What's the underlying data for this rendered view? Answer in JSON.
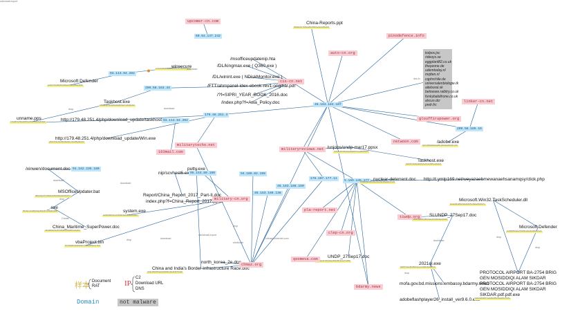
{
  "legend": {
    "sample": "样本",
    "document": "Document",
    "rat": "RAT",
    "ip": "IP",
    "c2": "C2",
    "download_url": "Download URL",
    "dns": "DNS",
    "domain": "Domain",
    "not_malware": "not malware"
  },
  "nodes": [
    {
      "id": "ip_top",
      "kind": "dom",
      "text": "upcomer-cn.com"
    },
    {
      "id": "ip_top2",
      "kind": "ip",
      "text": "69.64.147.242"
    },
    {
      "id": "cr_ppt",
      "kind": "t",
      "text": "China-Reports.ppt"
    },
    {
      "id": "cr_hash",
      "kind": "hash",
      "text": "0b5a8e1f4c72d9e3a6b0c5f8d7e2a1b4c9f0e3d6"
    },
    {
      "id": "msoff_hta",
      "kind": "t",
      "text": "/msofficeupdatenip.hta"
    },
    {
      "id": "winsecure",
      "kind": "t",
      "text": "winsecure"
    },
    {
      "id": "winsecure_hash",
      "kind": "hash",
      "text": "a7c3e9f1b5d2c8e4a0f6b3d9c1e7a5f2b8d4c0e6"
    },
    {
      "id": "dl_kingmax",
      "kind": "t",
      "text": "/DL/kingmax.exe ( Q360.exe )"
    },
    {
      "id": "dl_winint",
      "kind": "t",
      "text": "/DL/winint.exe ( NDiskMonitor.exe )"
    },
    {
      "id": "ebook",
      "kind": "t",
      "text": "/FTT/ahrnpanel-idex-ebook-rev1-original.pdf"
    },
    {
      "id": "sipri",
      "kind": "t",
      "text": "/?f=SIPRI_YEAR_BOOK_2016.doc"
    },
    {
      "id": "asia_policy",
      "kind": "t",
      "text": "/index.php?f=Asia_Policy.doc"
    },
    {
      "id": "ip_9391",
      "kind": "ip",
      "text": "93.113.94.202"
    },
    {
      "id": "ms_defender1",
      "kind": "t",
      "text": "Microsoft Defender"
    },
    {
      "id": "ms_def1_hash",
      "kind": "hash",
      "text": "4e9b2c7f1a3d8e5b0c6f9a2d7e4b1c8f5a0d3e6b"
    },
    {
      "id": "ip_209",
      "kind": "ip",
      "text": "209.58.163.44"
    },
    {
      "id": "taskhost1",
      "kind": "t",
      "text": "Taskhost.exe"
    },
    {
      "id": "taskhost1_hash",
      "kind": "hash",
      "text": "c2f8a5e1b7d4c0a6f3e9b2d8c5a1f7e4b0d6c3a9"
    },
    {
      "id": "dom_ciscn",
      "kind": "dom",
      "text": "cis-cn.net"
    },
    {
      "id": "unname",
      "kind": "t",
      "text": "unname.pps"
    },
    {
      "id": "unname_hash",
      "kind": "hash",
      "text": "7d1a4f8c2e5b9a3d6f0c4e8b1a7d5f2c9e6b3a0d"
    },
    {
      "id": "url_taskhost",
      "kind": "t",
      "text": "http://179.48.251.4/php/download_update/taskhost.exe"
    },
    {
      "id": "url_win",
      "kind": "t",
      "text": "http://179.48.251.4/php/download_update/Win.exe"
    },
    {
      "id": "url_win_hash",
      "kind": "hash",
      "text": "e5b9c3f7a1d6e2b8c4f0a5d1e7b3c9f6a2d8e4b0"
    },
    {
      "id": "ip_179",
      "kind": "ip",
      "text": "179.48.251.4"
    },
    {
      "id": "ip_93",
      "kind": "ip",
      "text": "93.113.94.202"
    },
    {
      "id": "dom_163",
      "kind": "dom",
      "text": "163mail.com"
    },
    {
      "id": "dom_militarytecho",
      "kind": "dom",
      "text": "militarytecho.net"
    },
    {
      "id": "ip_46",
      "kind": "ip",
      "text": "46.183.184.107"
    },
    {
      "id": "dom_autocn",
      "kind": "dom",
      "text": "auto-cn.org"
    },
    {
      "id": "dom_pinodef",
      "kind": "dom",
      "text": "pinodefence.info"
    },
    {
      "id": "gray_list",
      "kind": "gray",
      "text": "kolpov.jsc rideoys.se eggplant82.co.uk thepzone.de udemtoday.nl mqtten.nl cqphrchile.de universalenbiologie.tk aiteboral.sk beloware.raibtry.co.uk funkybaloltrone.co.uk ahcun.dcr pndr.frc"
    },
    {
      "id": "dom_linker",
      "kind": "dom",
      "text": "linker-cn.net"
    },
    {
      "id": "dom_glouff",
      "kind": "dom",
      "text": "glouffirupower.org"
    },
    {
      "id": "ip_209b",
      "kind": "ip",
      "text": "209.58.185.16"
    },
    {
      "id": "dom_netwoon",
      "kind": "dom",
      "text": "netwoon.com"
    },
    {
      "id": "adobe",
      "kind": "t",
      "text": "/adobe.exe"
    },
    {
      "id": "adobe_hash",
      "kind": "hash",
      "text": "b3e7a1f5c9d2b6e0a4f8c1d5e9b2a6f0c3d7e1b5"
    },
    {
      "id": "dom_militaryreviews",
      "kind": "dom",
      "text": "militaryreviews.net"
    },
    {
      "id": "unjobs",
      "kind": "t",
      "text": "/unjobs/undp-mar17.ppsx"
    },
    {
      "id": "unjobs_hash",
      "kind": "hash",
      "text": "f1c5e9a3b7d0f4c8e2a6b9d3f7c0e4a8b2d6f9c3"
    },
    {
      "id": "taskhost2",
      "kind": "t",
      "text": "Taskhost.exe"
    },
    {
      "id": "taskhost2_hash",
      "kind": "hash",
      "text": "9a3d7f1c5e8b2a6d0f4c9e3b7a1d5f8c2e6b0a4d"
    },
    {
      "id": "ip_91",
      "kind": "ip",
      "text": "91.242.235.180"
    },
    {
      "id": "xinwen",
      "kind": "t",
      "text": "/xinwen/document.doc"
    },
    {
      "id": "nip_scv",
      "kind": "t",
      "text": "nip/scvhost6.exe"
    },
    {
      "id": "putty",
      "kind": "t",
      "text": "putty.exe"
    },
    {
      "id": "ip_95",
      "kind": "ip",
      "text": "95.153.80.180"
    },
    {
      "id": "ip_94",
      "kind": "ip",
      "text": "94.185.82.158"
    },
    {
      "id": "ip_46b",
      "kind": "ip",
      "text": "46.183.188.138"
    },
    {
      "id": "ip_46c",
      "kind": "ip",
      "text": "46.183.188.160"
    },
    {
      "id": "ip_176",
      "kind": "ip",
      "text": "176.107.177.11"
    },
    {
      "id": "ip_5",
      "kind": "ip",
      "text": "5.189.145.177"
    },
    {
      "id": "nuclear",
      "kind": "t",
      "text": "nuclear-deterrent.doc"
    },
    {
      "id": "nuclear_hash",
      "kind": "hash",
      "text": "2c6f0a4d8e1b5c9f3a7d0e4b8c2f6a9d3e7b1c5f"
    },
    {
      "id": "weyaz",
      "kind": "t",
      "text": "http://t.ymlp169.net/weyazaebmewanaehsanamqsy/click.php"
    },
    {
      "id": "msupdater",
      "kind": "t",
      "text": "MSOfficeUpdater.bat"
    },
    {
      "id": "msupdater_hash",
      "kind": "hash",
      "text": "d8b2e6a0c4f7d1b5e9a3c6f0d4b8e2a5c9f3d7b1"
    },
    {
      "id": "china_report",
      "kind": "t",
      "text": "Report/China_Report_2017_Part-II.doc"
    },
    {
      "id": "china_report2",
      "kind": "t",
      "text": "index.php?f=China_Report_2017.ppsx"
    },
    {
      "id": "dom_militarycn",
      "kind": "dom",
      "text": "military-cn.org"
    },
    {
      "id": "underscore_exe",
      "kind": "t",
      "text": "_.exe"
    },
    {
      "id": "underscore_hash",
      "kind": "hash",
      "text": "5f9c3a7e1b4d8f2c6a0e5b9d3f7c1a4e8b2d6f0c"
    },
    {
      "id": "system_exe",
      "kind": "t",
      "text": "system.exe"
    },
    {
      "id": "system_hash",
      "kind": "hash",
      "text": "a4e8b2d6f0c3a7e1b5d9f2c6a0e4b8d1f5c9a3e7"
    },
    {
      "id": "dom_plareport",
      "kind": "dom",
      "text": "pla-report.net"
    },
    {
      "id": "dom_tiwdp",
      "kind": "dom",
      "text": "tiwdp.org"
    },
    {
      "id": "dom_clepcn",
      "kind": "dom",
      "text": "clep-cn.org"
    },
    {
      "id": "china_maritime",
      "kind": "t",
      "text": "China_Maritime_SuperPower.doc"
    },
    {
      "id": "china_maritime_hash",
      "kind": "hash",
      "text": "e0b4d8f2a6c9e3b7d1f5a8c2e6b0d4f7a1c5e9b3"
    },
    {
      "id": "sleep_fn",
      "kind": "el",
      "text": "sdenmail.export"
    },
    {
      "id": "vba",
      "kind": "t",
      "text": "vbaProject.bin"
    },
    {
      "id": "vba_hash",
      "kind": "hash",
      "text": "3b7d1f4a8c2e6b9d0f3a7c1e5b8d2f6a9c3e7b0d"
    },
    {
      "id": "north_korea",
      "kind": "t",
      "text": "north_korea_2e.doc"
    },
    {
      "id": "china_india",
      "kind": "t",
      "text": "China and India's Border Infrastructure Race.doc"
    },
    {
      "id": "china_india_hash",
      "kind": "hash",
      "text": "c6a0e4b8d1f5c9a2e6b0d4f8c1a5e9b3d7f0c4a8"
    },
    {
      "id": "dom_chmaz",
      "kind": "dom",
      "text": "chmaz.org"
    },
    {
      "id": "undp",
      "kind": "t",
      "text": "UNDP_27Sep17.doc"
    },
    {
      "id": "undp_hash",
      "kind": "hash",
      "text": "8f2c6a9e3b7d1f4c8a2e5b9d3f6c0a4e7b1d5f9c"
    },
    {
      "id": "dom_qoomeva",
      "kind": "dom",
      "text": "qoomeva.com"
    },
    {
      "id": "slundp",
      "kind": "t",
      "text": "SLUNDP_27Sep17.doc"
    },
    {
      "id": "slundp_hash",
      "kind": "hash",
      "text": "1d5f9c3a6e0b4d8f2c5a9e3b7d0f4c8a2e6b9d3f"
    },
    {
      "id": "s2021",
      "kind": "t",
      "text": "2021ol.exe"
    },
    {
      "id": "s2021_hash",
      "kind": "hash",
      "text": "b9d3f7c0a4e8b2d5f9c3a7e1b4d8f2c6a0e3b7d1"
    },
    {
      "id": "mofa",
      "kind": "t",
      "text": "mofa.gov.bd.missions.embassy.bdarmy.news"
    },
    {
      "id": "flash",
      "kind": "t",
      "text": "adobeflashplayer26_install_ver9.6.0.exe"
    },
    {
      "id": "dom_bdarmy",
      "kind": "dom",
      "text": "bdarmy.news"
    },
    {
      "id": "ms_sched",
      "kind": "t",
      "text": "Microsoft.Win32.TaskScheduler.dll"
    },
    {
      "id": "ms_sched_hash",
      "kind": "hash",
      "text": "6c0a4e8b1d5f9c2a6e0b3d7f1c5a8e2b6d0f4c7a"
    },
    {
      "id": "ms_defender2",
      "kind": "t",
      "text": "Microsoft Defender"
    },
    {
      "id": "ms_def2_hash",
      "kind": "hash",
      "text": "0e4b8d2f5c9a3e7b0d4f8c1a5e9b2d6f0c3a7e1b"
    },
    {
      "id": "protocol",
      "kind": "t",
      "text": "PROTOCOL AIRPORT BA-2754 BRIG"
    },
    {
      "id": "protocol2",
      "kind": "t",
      "text": "GEN MOSIDDIQI ALAM SIKDAR"
    },
    {
      "id": "protocol3",
      "kind": "t",
      "text": "PROTOCOL AIRPORT BA-2754 BRIG"
    },
    {
      "id": "protocol4",
      "kind": "t",
      "text": "GEN MOSIDDIQI ALAM SIKDAR"
    },
    {
      "id": "protocol5",
      "kind": "t",
      "text": "SIKDAR.pdf.pdf.exe"
    },
    {
      "id": "protocol_hash",
      "kind": "hash",
      "text": "4a8c2e6b9d3f7c1a4e8b2d5f9c3a6e0b4d7f1c5a"
    },
    {
      "id": "el_download1",
      "kind": "el",
      "text": "download"
    },
    {
      "id": "el_download2",
      "kind": "el",
      "text": "download"
    },
    {
      "id": "el_download3",
      "kind": "el",
      "text": "download"
    },
    {
      "id": "el_download4",
      "kind": "el",
      "text": "download"
    },
    {
      "id": "el_drop1",
      "kind": "el",
      "text": "drop"
    },
    {
      "id": "el_drop2",
      "kind": "el",
      "text": "drop"
    },
    {
      "id": "el_drop3",
      "kind": "el",
      "text": "drop"
    },
    {
      "id": "el_drop4",
      "kind": "el",
      "text": "drop"
    },
    {
      "id": "el_create",
      "kind": "el",
      "text": "Create"
    },
    {
      "id": "el_dns",
      "kind": "el",
      "text": "dns.ln"
    },
    {
      "id": "el_dl5",
      "kind": "el",
      "text": "download"
    },
    {
      "id": "el_download6",
      "kind": "el",
      "text": "download"
    },
    {
      "id": "el_sdenmail",
      "kind": "el",
      "text": "alshdmail.export"
    },
    {
      "id": "el_chinapro",
      "kind": "el",
      "text": "chinaprointernet.com"
    },
    {
      "id": "el_drop5",
      "kind": "el",
      "text": "drop"
    },
    {
      "id": "el_drop6",
      "kind": "el",
      "text": "drop"
    },
    {
      "id": "el_drop7",
      "kind": "el",
      "text": "drop"
    },
    {
      "id": "el_shellcode",
      "kind": "el",
      "text": "shellcode"
    }
  ],
  "edges": [
    [
      "ip_46",
      "dom_ciscn"
    ],
    [
      "ip_46",
      "dom_autocn"
    ],
    [
      "ip_46",
      "dom_pinodef"
    ],
    [
      "ip_46",
      "gray_list"
    ],
    [
      "ip_46",
      "dom_glouff"
    ],
    [
      "ip_46",
      "dom_netwoon"
    ],
    [
      "ip_46",
      "dom_militaryreviews"
    ],
    [
      "ip_46",
      "ip_209b"
    ],
    [
      "ip_46",
      "cr_hash"
    ],
    [
      "ip_46",
      "ip_179"
    ],
    [
      "ip_46",
      "dom_chmaz"
    ],
    [
      "ip_46",
      "dom_bdarmy"
    ],
    [
      "dom_ciscn",
      "dl_kingmax"
    ],
    [
      "dom_ciscn",
      "dl_winint"
    ],
    [
      "dom_ciscn",
      "ebook"
    ],
    [
      "dom_ciscn",
      "sipri"
    ],
    [
      "dom_ciscn",
      "asia_policy"
    ],
    [
      "dom_ciscn",
      "msoff_hta"
    ],
    [
      "ip_9391",
      "winsecure"
    ],
    [
      "ip_9391",
      "ms_def1_hash"
    ],
    [
      "ip_209",
      "ebook"
    ],
    [
      "ip_209",
      "taskhost1"
    ],
    [
      "taskhost1",
      "unname_hash"
    ],
    [
      "url_taskhost",
      "unname_hash"
    ],
    [
      "ip_179",
      "url_taskhost"
    ],
    [
      "ip_179",
      "url_win"
    ],
    [
      "ip_93",
      "dom_163"
    ],
    [
      "ip_179",
      "dom_militarytecho"
    ],
    [
      "ip_209b",
      "dom_linker"
    ],
    [
      "ip_209b",
      "adobe"
    ],
    [
      "dom_militaryreviews",
      "unjobs"
    ],
    [
      "dom_militaryreviews",
      "ip_5"
    ],
    [
      "dom_militaryreviews",
      "ip_176"
    ],
    [
      "ip_5",
      "nuclear"
    ],
    [
      "ip_5",
      "weyaz"
    ],
    [
      "ip_5",
      "dom_plareport"
    ],
    [
      "ip_5",
      "dom_tiwdp"
    ],
    [
      "ip_5",
      "dom_clepcn"
    ],
    [
      "ip_5",
      "dom_qoomeva"
    ],
    [
      "ip_5",
      "undp"
    ],
    [
      "ip_5",
      "dom_bdarmy"
    ],
    [
      "unjobs",
      "taskhost2"
    ],
    [
      "ip_95",
      "nip_scv"
    ],
    [
      "ip_95",
      "dom_militarycn"
    ],
    [
      "ip_94",
      "dom_chmaz"
    ],
    [
      "ip_46b",
      "dom_chmaz"
    ],
    [
      "ip_46c",
      "dom_chmaz"
    ],
    [
      "ip_176",
      "dom_chmaz"
    ],
    [
      "dom_militarycn",
      "china_report2"
    ],
    [
      "dom_militarycn",
      "system_hash"
    ],
    [
      "dom_militarycn",
      "vba_hash"
    ],
    [
      "ip_91",
      "xinwen"
    ],
    [
      "xinwen",
      "msupdater"
    ],
    [
      "msupdater",
      "underscore_exe"
    ],
    [
      "underscore_exe",
      "china_maritime"
    ],
    [
      "dom_chmaz",
      "north_korea"
    ],
    [
      "dom_chmaz",
      "china_india"
    ],
    [
      "dom_chmaz",
      "dom_militarytecho"
    ],
    [
      "dom_tiwdp",
      "slundp"
    ],
    [
      "slundp",
      "s2021"
    ],
    [
      "s2021",
      "mofa"
    ],
    [
      "s2021",
      "flash"
    ],
    [
      "ms_sched",
      "protocol"
    ],
    [
      "ms_sched",
      "ms_defender2"
    ],
    [
      "ms_defender2",
      "protocol"
    ],
    [
      "ip_top",
      "ip_top2"
    ],
    [
      "putty",
      "china_india"
    ],
    [
      "nip_scv",
      "china_report"
    ]
  ]
}
